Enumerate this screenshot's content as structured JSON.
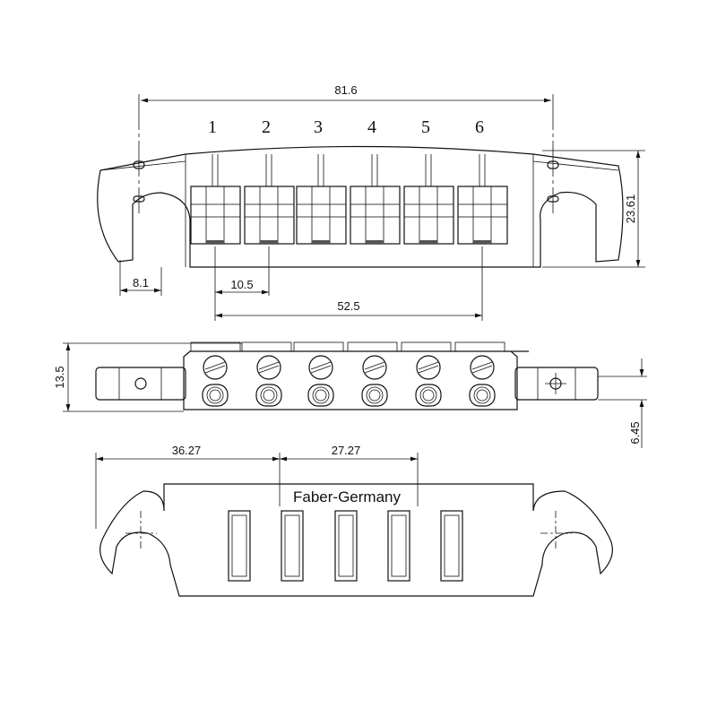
{
  "string_numbers": [
    "1",
    "2",
    "3",
    "4",
    "5",
    "6"
  ],
  "dimensions": {
    "total_width": "81.6",
    "height_top": "23.61",
    "slot_width": "8.1",
    "string_spacing": "10.5",
    "outer_string_span": "52.5",
    "side_height": "13.5",
    "stud_height": "6.45",
    "stud_to_center": "36.27",
    "center_offset": "27.27"
  },
  "brand": "Faber-Germany"
}
